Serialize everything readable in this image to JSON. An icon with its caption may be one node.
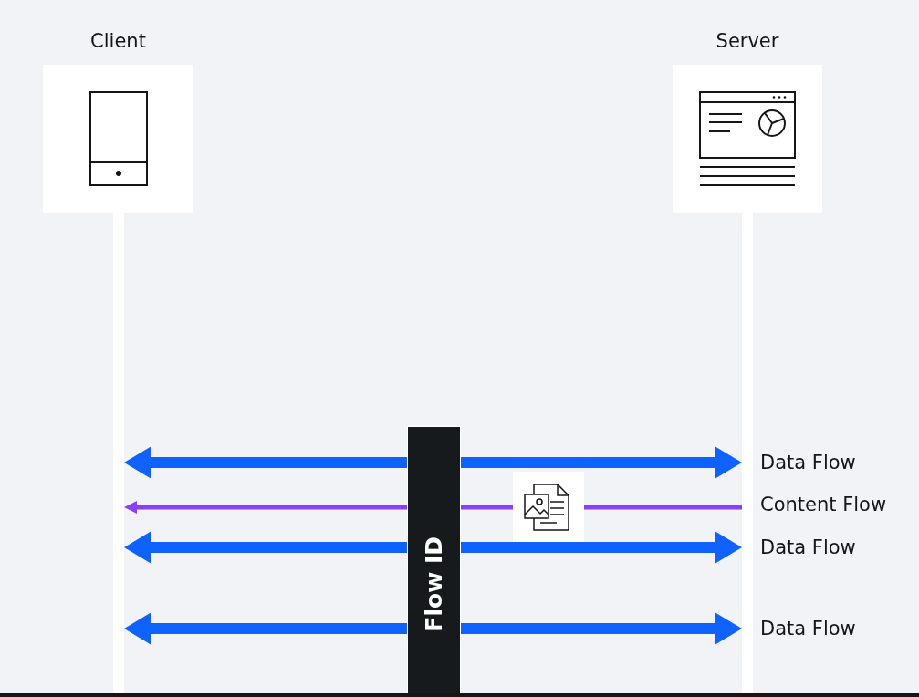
{
  "diagram": {
    "nodes": [
      {
        "text": [
          "Client"
        ]
      },
      {
        "text": [
          "Server"
        ]
      },
      {
        "text": [],
        "shape": "bar"
      },
      {
        "text": [],
        "shape": "bar"
      },
      {
        "text": [
          "Flow ID"
        ]
      },
      {
        "text": [],
        "shape": "picture"
      }
    ],
    "edges": [
      {
        "from": 4,
        "to": 2,
        "arrow": "to"
      },
      {
        "from": 4,
        "to": 3,
        "arrow": "to"
      },
      {
        "from": 3,
        "to": 5,
        "arrow": "none",
        "color": "#8a3ffc"
      },
      {
        "from": 5,
        "to": 4,
        "arrow": "none",
        "color": "#8a3ffc"
      },
      {
        "from": 4,
        "to": 2,
        "arrow": "to",
        "color": "#8a3ffc"
      },
      {
        "from": 4,
        "to": 2,
        "arrow": "to"
      },
      {
        "from": 4,
        "to": 3,
        "arrow": "to"
      },
      {
        "from": 4,
        "to": 2,
        "arrow": "to"
      },
      {
        "from": 4,
        "to": 3,
        "arrow": "to"
      }
    ],
    "labels": [
      "Data Flow",
      "Content Flow",
      "Data Flow",
      "Data Flow"
    ]
  }
}
